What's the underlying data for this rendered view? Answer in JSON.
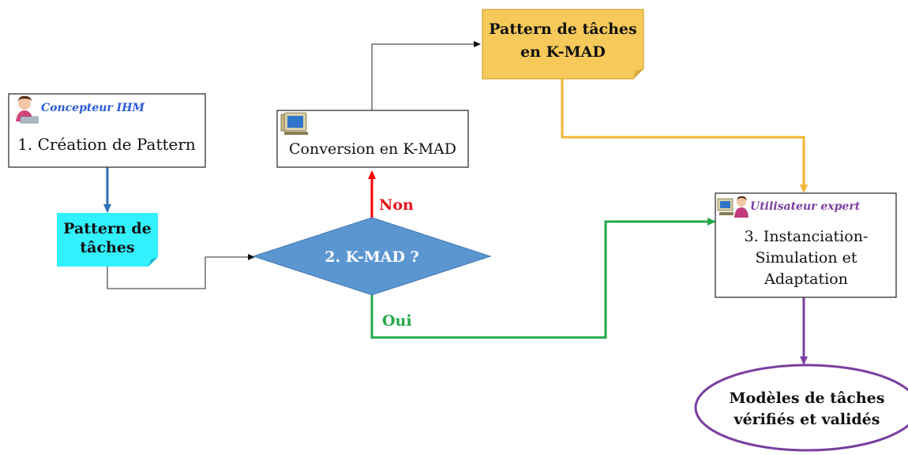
{
  "nodes": {
    "creation": {
      "role": "Concepteur IHM",
      "label": "1. Création de Pattern",
      "icon": "designer-person-icon"
    },
    "pattern": {
      "line1": "Pattern de",
      "line2": "tâches",
      "fill": "#33f0ff"
    },
    "conversion": {
      "label": "Conversion en K-MAD",
      "icon": "computer-icon"
    },
    "pattern_kmad": {
      "line1": "Pattern de tâches",
      "line2": "en K-MAD",
      "fill": "#f7c95a"
    },
    "decision": {
      "label": "2. K-MAD ?",
      "fill": "#5b96d1"
    },
    "instanciation": {
      "role": "Utilisateur expert",
      "line1": "3. Instanciation-",
      "line2": "Simulation et",
      "line3": "Adaptation",
      "icon": "expert-user-icon"
    },
    "result": {
      "line1": "Modèles de tâches",
      "line2": "vérifiés et validés"
    }
  },
  "edges": {
    "non": {
      "label": "Non",
      "color": "#ff0000"
    },
    "oui": {
      "label": "Oui",
      "color": "#22a84a"
    },
    "creation_to_pattern": {
      "color": "#2f6fb8"
    },
    "kmad_to_instanciation": {
      "color": "#f2b632"
    },
    "instanciation_to_result": {
      "color": "#7a3fa0"
    }
  },
  "colors": {
    "role_creation": "#2a5bd6",
    "role_expert": "#7a3fa0",
    "connector": "#555555"
  }
}
